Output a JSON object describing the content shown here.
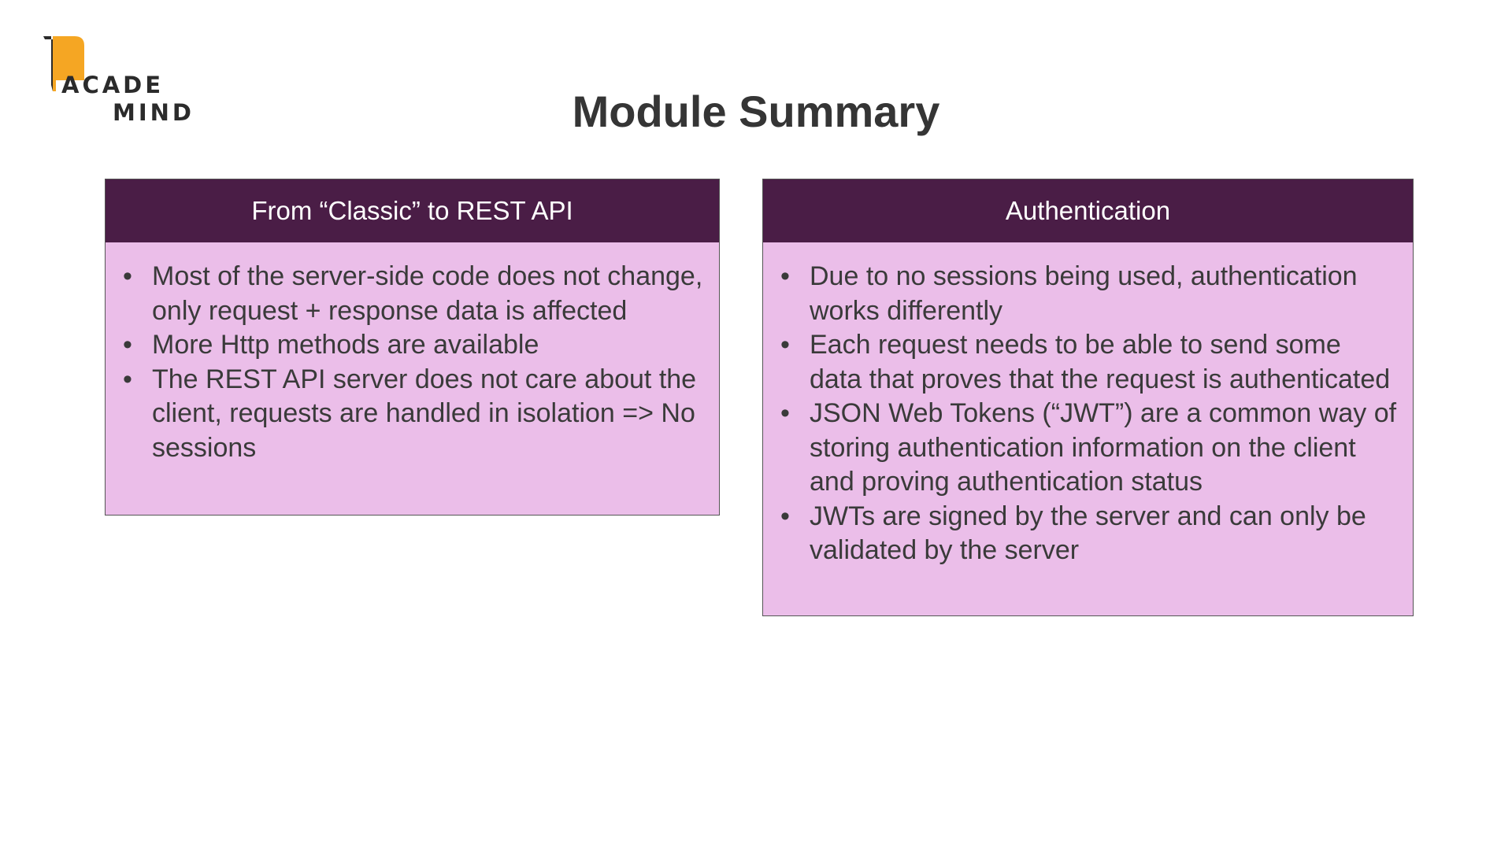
{
  "logo": {
    "line1": "ACADE",
    "line2": "MIND",
    "accent_color": "#f5a623"
  },
  "title": "Module Summary",
  "colors": {
    "header_bg": "#4a1d46",
    "card_bg": "#ebbee9"
  },
  "cards": [
    {
      "header": "From “Classic” to REST API",
      "items": [
        "Most of the server-side code does not change, only request + response data is affected",
        "More Http methods are available",
        "The REST API server does not care about the client, requests are handled in isolation => No sessions"
      ]
    },
    {
      "header": "Authentication",
      "items": [
        "Due to no sessions being used, authentication works differently",
        "Each request needs to be able to send some data that proves that the request is authenticated",
        "JSON Web Tokens (“JWT”) are a common way of storing authentication information on the client and proving authentication status",
        "JWTs are signed by the server and can only be validated by the server"
      ]
    }
  ]
}
